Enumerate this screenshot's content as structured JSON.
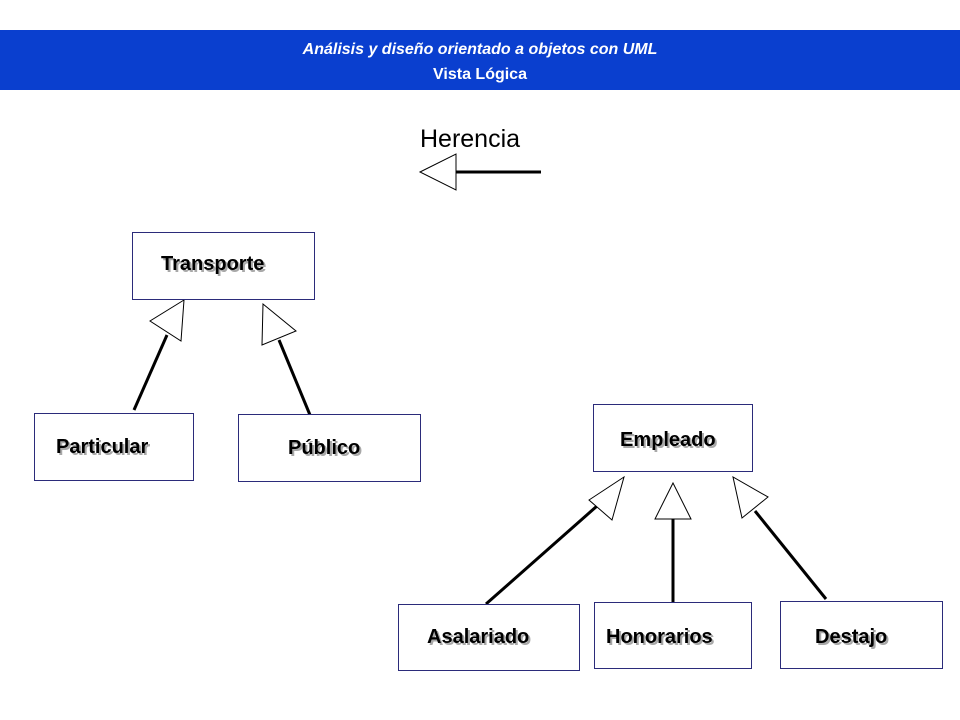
{
  "header": {
    "title": "Análisis y diseño orientado a objetos con UML",
    "subtitle": "Vista Lógica",
    "background_color": "#0a3fcf"
  },
  "legend": {
    "title": "Herencia",
    "symbol": "hollow-triangle-arrow"
  },
  "classes": {
    "transporte": "Transporte",
    "particular": "Particular",
    "publico": "Público",
    "empleado": "Empleado",
    "asalariado": "Asalariado",
    "honorarios": "Honorarios",
    "destajo": "Destajo"
  },
  "inheritance": [
    {
      "child": "Particular",
      "parent": "Transporte"
    },
    {
      "child": "Público",
      "parent": "Transporte"
    },
    {
      "child": "Asalariado",
      "parent": "Empleado"
    },
    {
      "child": "Honorarios",
      "parent": "Empleado"
    },
    {
      "child": "Destajo",
      "parent": "Empleado"
    }
  ]
}
